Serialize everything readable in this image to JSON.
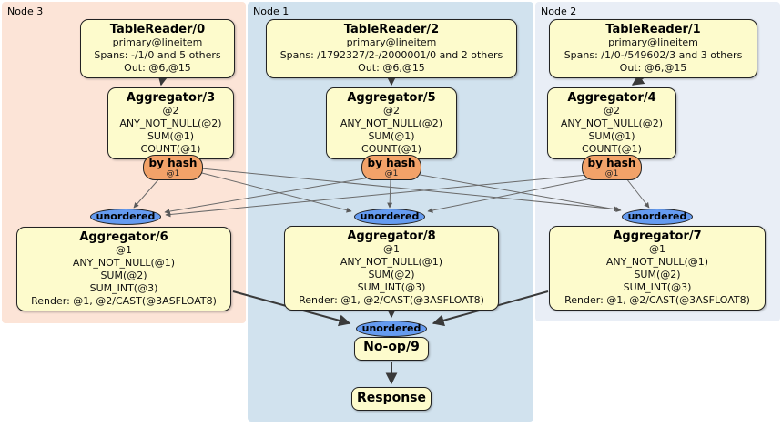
{
  "regions": {
    "node3": {
      "label": "Node 3"
    },
    "node1": {
      "label": "Node 1"
    },
    "node2": {
      "label": "Node 2"
    }
  },
  "colors": {
    "node3_bg": "#fce4d7",
    "node1_bg": "#d1e2ee",
    "node2_bg": "#e9eef6",
    "processor_bg": "#fdfbcc",
    "router_bg": "#f2a269",
    "sync_bg": "#659bf0",
    "edge": "#3a3a3a"
  },
  "processors": {
    "tr0": {
      "title": "TableReader/0",
      "rows": [
        "primary@lineitem",
        "Spans: -/1/0 and 5 others",
        "Out: @6,@15"
      ]
    },
    "tr2": {
      "title": "TableReader/2",
      "rows": [
        "primary@lineitem",
        "Spans: /1792327/2-/2000001/0 and 2 others",
        "Out: @6,@15"
      ]
    },
    "tr1": {
      "title": "TableReader/1",
      "rows": [
        "primary@lineitem",
        "Spans: /1/0-/549602/3 and 3 others",
        "Out: @6,@15"
      ]
    },
    "agg3": {
      "title": "Aggregator/3",
      "rows": [
        "@2",
        "ANY_NOT_NULL(@2)",
        "SUM(@1)",
        "COUNT(@1)"
      ]
    },
    "agg5": {
      "title": "Aggregator/5",
      "rows": [
        "@2",
        "ANY_NOT_NULL(@2)",
        "SUM(@1)",
        "COUNT(@1)"
      ]
    },
    "agg4": {
      "title": "Aggregator/4",
      "rows": [
        "@2",
        "ANY_NOT_NULL(@2)",
        "SUM(@1)",
        "COUNT(@1)"
      ]
    },
    "agg6": {
      "title": "Aggregator/6",
      "rows": [
        "@1",
        "ANY_NOT_NULL(@1)",
        "SUM(@2)",
        "SUM_INT(@3)",
        "Render: @1, @2/CAST(@3ASFLOAT8)"
      ]
    },
    "agg8": {
      "title": "Aggregator/8",
      "rows": [
        "@1",
        "ANY_NOT_NULL(@1)",
        "SUM(@2)",
        "SUM_INT(@3)",
        "Render: @1, @2/CAST(@3ASFLOAT8)"
      ]
    },
    "agg7": {
      "title": "Aggregator/7",
      "rows": [
        "@1",
        "ANY_NOT_NULL(@1)",
        "SUM(@2)",
        "SUM_INT(@3)",
        "Render: @1, @2/CAST(@3ASFLOAT8)"
      ]
    },
    "noop": {
      "title": "No-op/9"
    },
    "response": {
      "title": "Response"
    }
  },
  "router": {
    "label": "by hash",
    "hash_col": "@1"
  },
  "sync": {
    "label": "unordered"
  }
}
